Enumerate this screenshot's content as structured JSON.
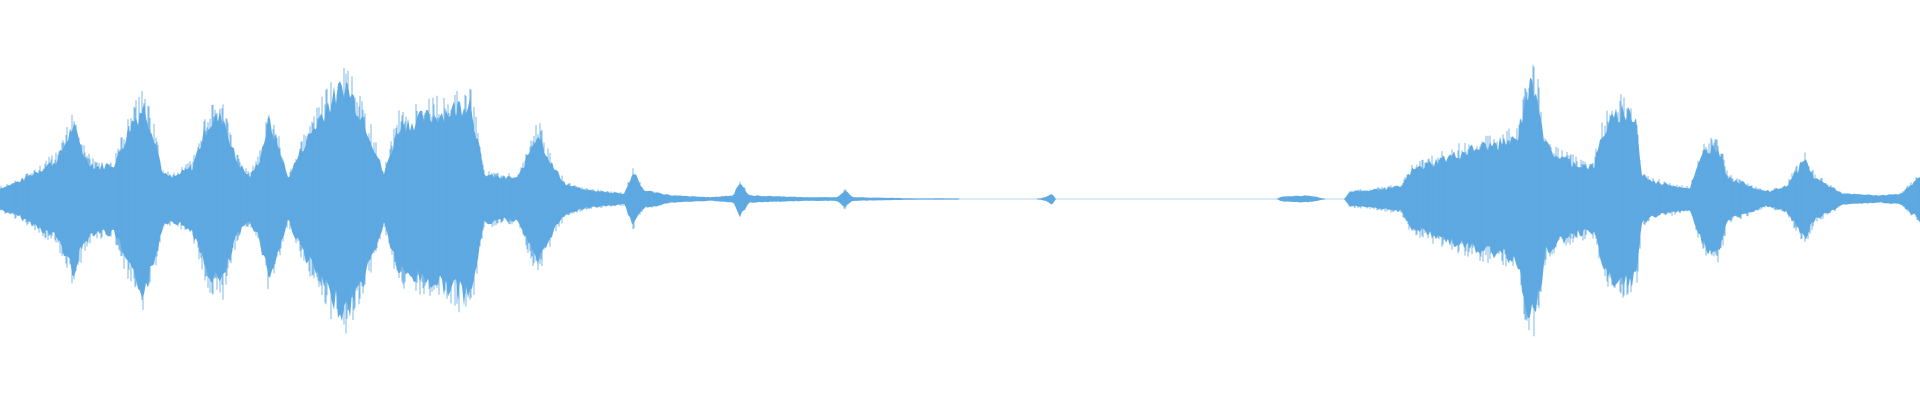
{
  "waveform": {
    "color": "#5ea9e2",
    "background": "#ffffff",
    "envelope": [
      [
        0,
        0.06
      ],
      [
        1,
        0.1
      ],
      [
        2,
        0.16
      ],
      [
        3,
        0.22
      ],
      [
        3.8,
        0.41
      ],
      [
        4.5,
        0.22
      ],
      [
        5,
        0.18
      ],
      [
        6,
        0.2
      ],
      [
        6.8,
        0.42
      ],
      [
        7.5,
        0.52
      ],
      [
        8,
        0.37
      ],
      [
        8.5,
        0.14
      ],
      [
        9,
        0.12
      ],
      [
        10,
        0.18
      ],
      [
        10.8,
        0.42
      ],
      [
        11.6,
        0.47
      ],
      [
        12.3,
        0.22
      ],
      [
        13,
        0.12
      ],
      [
        13.5,
        0.22
      ],
      [
        14,
        0.44
      ],
      [
        14.5,
        0.3
      ],
      [
        15,
        0.12
      ],
      [
        15.8,
        0.3
      ],
      [
        17,
        0.52
      ],
      [
        18,
        0.65
      ],
      [
        19,
        0.44
      ],
      [
        20,
        0.14
      ],
      [
        20.8,
        0.42
      ],
      [
        22,
        0.45
      ],
      [
        23.5,
        0.5
      ],
      [
        24.5,
        0.56
      ],
      [
        25.2,
        0.14
      ],
      [
        26,
        0.12
      ],
      [
        27,
        0.12
      ],
      [
        28,
        0.38
      ],
      [
        28.8,
        0.18
      ],
      [
        29.5,
        0.08
      ],
      [
        30.5,
        0.05
      ],
      [
        31.5,
        0.04
      ],
      [
        32.5,
        0.03
      ],
      [
        33,
        0.15
      ],
      [
        33.5,
        0.05
      ],
      [
        35,
        0.02
      ],
      [
        37,
        0.01
      ],
      [
        38.2,
        0.02
      ],
      [
        38.5,
        0.1
      ],
      [
        39,
        0.02
      ],
      [
        42,
        0.01
      ],
      [
        43.6,
        0.01
      ],
      [
        44,
        0.05
      ],
      [
        44.4,
        0.01
      ],
      [
        48,
        0.003
      ],
      [
        49,
        0.004
      ],
      [
        50,
        0.0
      ],
      [
        54,
        0.0
      ],
      [
        54.2,
        0.004
      ],
      [
        54.5,
        0.012
      ],
      [
        54.8,
        0.03
      ],
      [
        55,
        0.0
      ],
      [
        56,
        0.0
      ],
      [
        66.5,
        0.0
      ],
      [
        66.7,
        0.012
      ],
      [
        67.5,
        0.018
      ],
      [
        68,
        0.018
      ],
      [
        68.5,
        0.014
      ],
      [
        69,
        0.0
      ],
      [
        70,
        0.0
      ],
      [
        70.3,
        0.04
      ],
      [
        71.5,
        0.05
      ],
      [
        73,
        0.07
      ],
      [
        73.5,
        0.16
      ],
      [
        75,
        0.22
      ],
      [
        77,
        0.29
      ],
      [
        78,
        0.31
      ],
      [
        79,
        0.33
      ],
      [
        79.5,
        0.6
      ],
      [
        80,
        0.65
      ],
      [
        80.5,
        0.3
      ],
      [
        81,
        0.25
      ],
      [
        82,
        0.2
      ],
      [
        83,
        0.18
      ],
      [
        83.5,
        0.38
      ],
      [
        84.5,
        0.5
      ],
      [
        85.2,
        0.46
      ],
      [
        85.5,
        0.14
      ],
      [
        86,
        0.1
      ],
      [
        87,
        0.08
      ],
      [
        88,
        0.06
      ],
      [
        88.8,
        0.28
      ],
      [
        89.5,
        0.3
      ],
      [
        90,
        0.12
      ],
      [
        91,
        0.08
      ],
      [
        92,
        0.04
      ],
      [
        93,
        0.07
      ],
      [
        94,
        0.22
      ],
      [
        94.5,
        0.12
      ],
      [
        96,
        0.03
      ],
      [
        98,
        0.02
      ],
      [
        99,
        0.03
      ],
      [
        100,
        0.12
      ]
    ]
  }
}
